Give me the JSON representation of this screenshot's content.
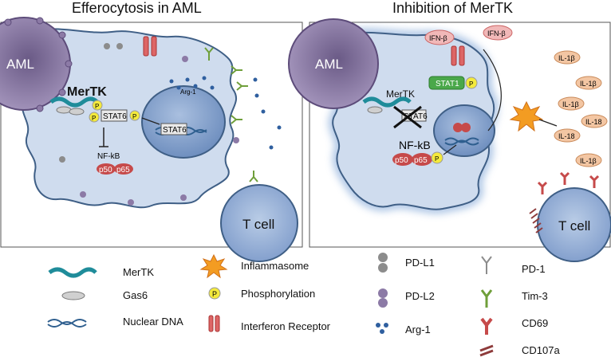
{
  "panels": {
    "left_title": "Efferocytosis in AML",
    "right_title": "Inhibition of MerTK"
  },
  "labels": {
    "aml": "AML",
    "mertk_bold": "MerTK",
    "mertk": "MerTK",
    "p": "P",
    "stat6": "STAT6",
    "arg1_small": "Arg-1",
    "nfkb": "NF-kB",
    "p50": "p50",
    "p65": "p65",
    "t_cell": "T cell",
    "ifnb": "IFN-β",
    "stat1": "STAT1",
    "il1b": "IL-1β",
    "il18": "IL-18"
  },
  "legend": {
    "mertk": "MerTK",
    "gas6": "Gas6",
    "nuclear_dna": "Nuclear DNA",
    "inflammasome": "Inflammasome",
    "phosphorylation": "Phosphorylation",
    "interferon_receptor": "Interferon Receptor",
    "pdl1": "PD-L1",
    "pdl2": "PD-L2",
    "arg1": "Arg-1",
    "pd1": "PD-1",
    "tim3": "Tim-3",
    "cd69": "CD69",
    "cd107a": "CD107a"
  },
  "colors": {
    "cell_fill": "#cfdcee",
    "cell_stroke": "#3f5f86",
    "aml_fill": "#8c7aa6",
    "mertk_teal": "#1f8c9a",
    "red_protein": "#c64a4a",
    "stat1_green": "#4aa84a",
    "phospho_yellow": "#f4ea3c",
    "il_orange": "#f3c6a3",
    "inflammasome_orange": "#f39c22"
  }
}
